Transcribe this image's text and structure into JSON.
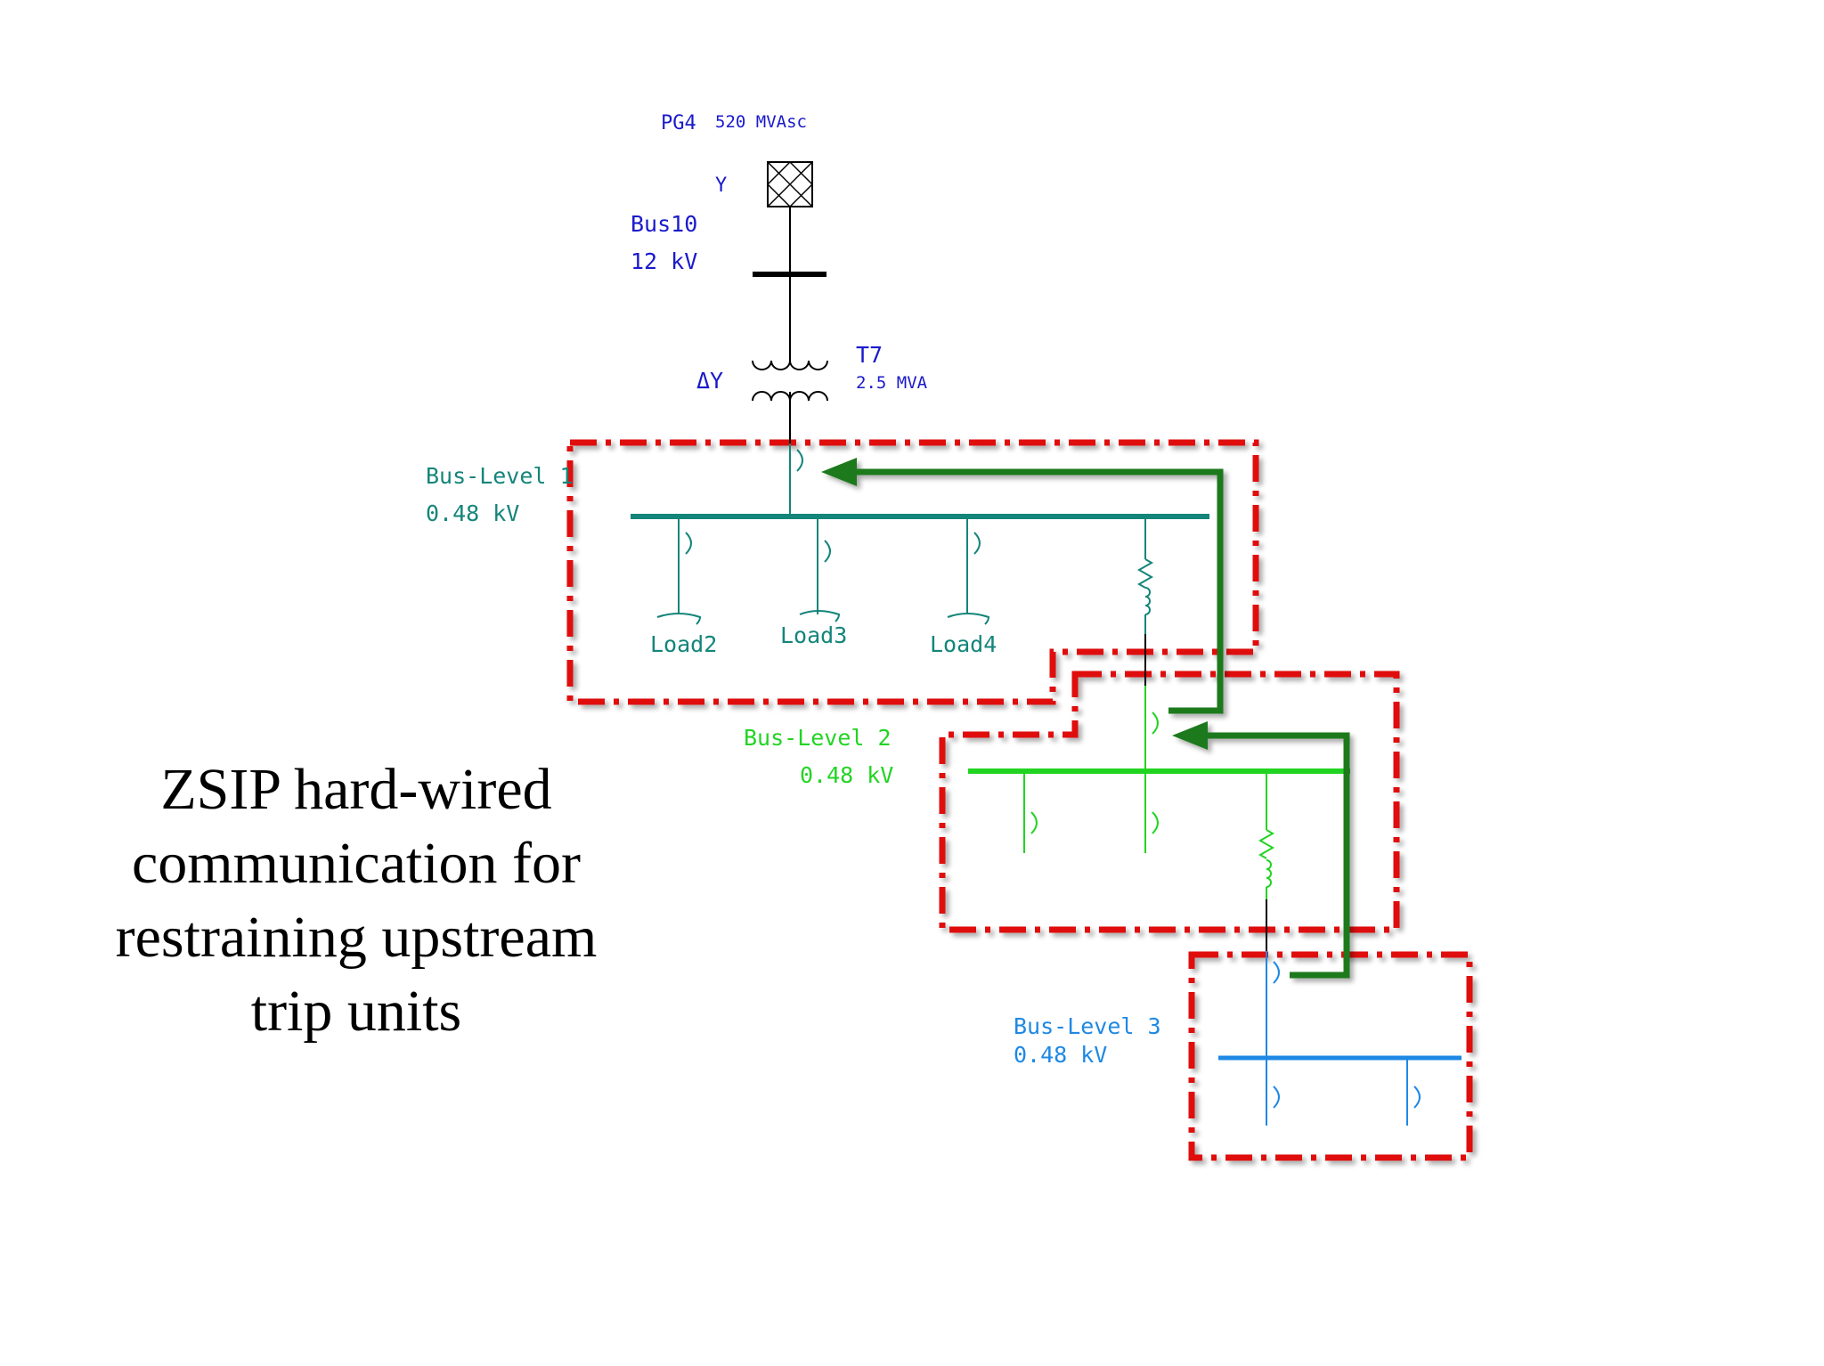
{
  "colors": {
    "source": "#1a1acc",
    "level1": "#14857a",
    "level2": "#22d422",
    "level3": "#1e88e5",
    "zone_border": "#e01010",
    "arrow": "#1f7a1f",
    "main_bus": "#000000",
    "caption": "#000000"
  },
  "source": {
    "name": "PG4",
    "rating": "520 MVAsc",
    "grounding": "Y"
  },
  "bus10": {
    "name": "Bus10",
    "voltage": "12 kV"
  },
  "transformer": {
    "name": "T7",
    "rating": "2.5 MVA",
    "connection": "ΔY"
  },
  "bus_level_1": {
    "name": "Bus-Level 1",
    "voltage": "0.48 kV",
    "loads": [
      "Load2",
      "Load3",
      "Load4"
    ]
  },
  "bus_level_2": {
    "name": "Bus-Level 2",
    "voltage": "0.48 kV"
  },
  "bus_level_3": {
    "name": "Bus-Level 3",
    "voltage": "0.48 kV"
  },
  "caption": {
    "lines": [
      "ZSIP hard-wired",
      "communication for",
      "restraining upstream",
      "trip units"
    ]
  }
}
